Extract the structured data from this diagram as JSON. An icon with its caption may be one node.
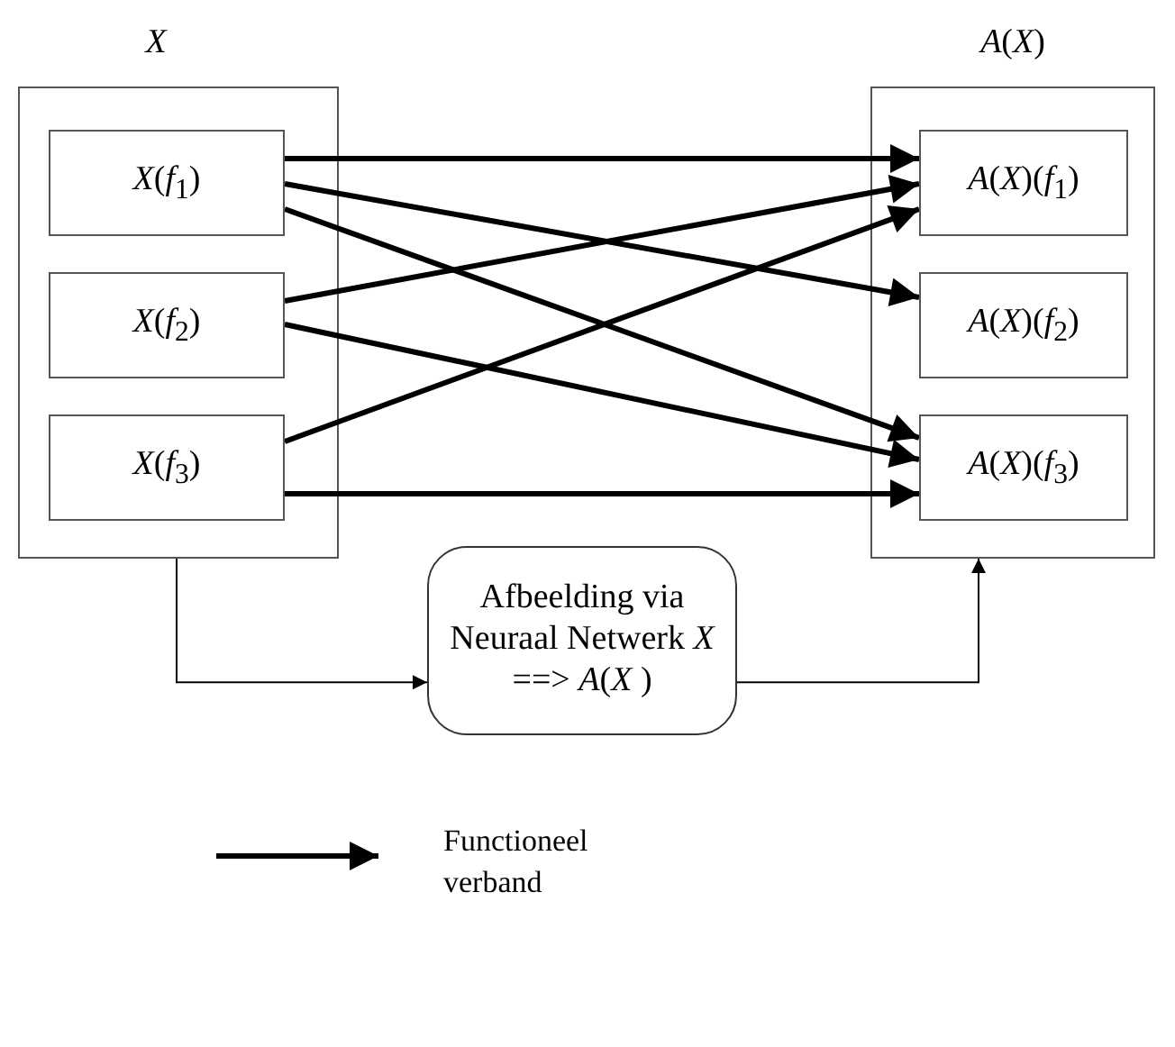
{
  "diagram": {
    "nodes": [
      {
        "text": [
          "X"
        ]
      },
      {
        "text": [
          "*X*(*f*$_{1}$)"
        ],
        "in": 0
      },
      {
        "text": [
          "*X*(*f*$_{2}$)"
        ],
        "in": 0
      },
      {
        "text": [
          "*X*(*f*$_{3}$)"
        ],
        "in": 0
      },
      {
        "text": [
          "*A*(*X*)"
        ]
      },
      {
        "text": [
          "*A*(*X*)(*f*$_{1}$)"
        ],
        "in": 4
      },
      {
        "text": [
          "*A*(*X*)(*f*$_{2}$)"
        ],
        "in": 4
      },
      {
        "text": [
          "*A*(*X*)(*f*$_{3}$)"
        ],
        "in": 4
      },
      {
        "text": [
          "Afbeelding via Neuraal Netwerk *X* ==> *A*(*X* )"
        ]
      }
    ],
    "edges": [
      {
        "from": 1,
        "to": 5,
        "arrow": "to"
      },
      {
        "from": 1,
        "to": 6,
        "arrow": "to"
      },
      {
        "from": 1,
        "to": 7,
        "arrow": "to"
      },
      {
        "from": 2,
        "to": 5,
        "arrow": "to"
      },
      {
        "from": 2,
        "to": 7,
        "arrow": "to"
      },
      {
        "from": 3,
        "to": 5,
        "arrow": "to"
      },
      {
        "from": 3,
        "to": 7,
        "arrow": "to"
      },
      {
        "from": 0,
        "to": 8,
        "arrow": "to"
      },
      {
        "from": 8,
        "to": 4,
        "arrow": "to"
      }
    ],
    "legend": [
      {
        "text": "Functioneel verband"
      }
    ]
  }
}
